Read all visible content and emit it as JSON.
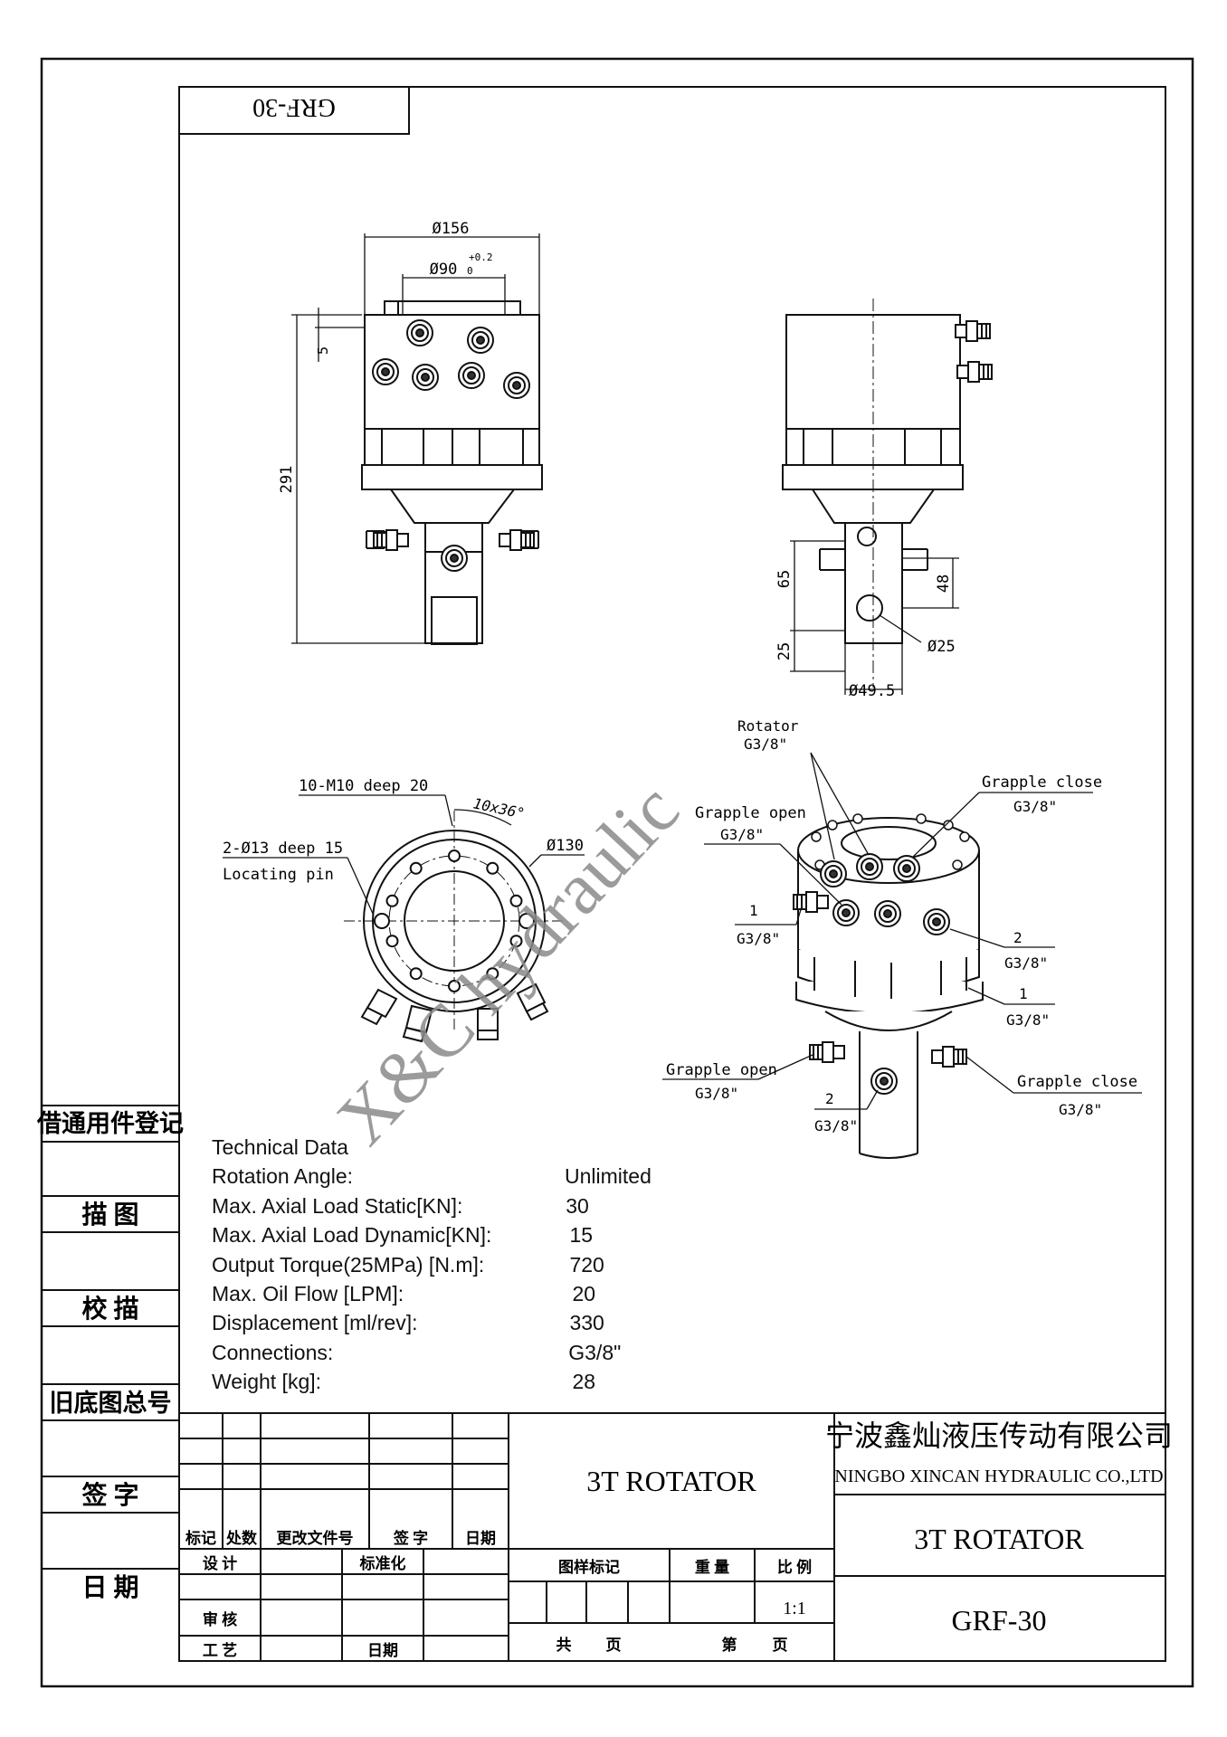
{
  "drawing_number": "GRF-30",
  "product_title": "3T ROTATOR",
  "company": {
    "name_cn": "宁波鑫灿液压传动有限公司",
    "name_en": "NINGBO XINCAN HYDRAULIC CO.,LTD"
  },
  "watermark": "X&C hydraulic",
  "dimensions": {
    "d156": "Ø156",
    "d90": "Ø90",
    "d90_tol_upper": "+0.2",
    "d90_tol_lower": "0",
    "h5": "5",
    "h291": "291",
    "h65": "65",
    "h48": "48",
    "h25": "25",
    "d25": "Ø25",
    "d49_5": "Ø49.5",
    "bolt_holes": "10-M10 deep 20",
    "angle": "10x36°",
    "pcd": "Ø130",
    "pin_holes": "2-Ø13 deep 15",
    "pin_label": "Locating pin"
  },
  "ports": {
    "rotator": "Rotator",
    "thread": "G3/8\"",
    "grapple_open": "Grapple open",
    "grapple_close": "Grapple close",
    "p1": "1",
    "p2": "2"
  },
  "tech_data": {
    "title": "Technical Data",
    "rows": [
      {
        "label": "Rotation Angle:",
        "value": "Unlimited"
      },
      {
        "label": "Max. Axial Load Static[KN]:",
        "value": "30"
      },
      {
        "label": "Max. Axial Load Dynamic[KN]:",
        "value": "15"
      },
      {
        "label": "Output Torque(25MPa) [N.m]:",
        "value": "720"
      },
      {
        "label": "Max. Oil Flow [LPM]:",
        "value": "20"
      },
      {
        "label": "Displacement [ml/rev]:",
        "value": "330"
      },
      {
        "label": "Connections:",
        "value": "G3/8\""
      },
      {
        "label": "Weight [kg]:",
        "value": "28"
      }
    ]
  },
  "side_panel": {
    "register": "借通用件登记",
    "trace": "描 图",
    "check": "校 描",
    "old_no": "旧底图总号",
    "sign": "签 字",
    "date": "日 期"
  },
  "title_block": {
    "mark": "标记",
    "count": "处数",
    "doc_no": "更改文件号",
    "signature": "签 字",
    "date": "日期",
    "design": "设 计",
    "standard": "标准化",
    "review": "审 核",
    "process": "工 艺",
    "date2": "日期",
    "sample_mark": "图样标记",
    "weight": "重 量",
    "scale": "比 例",
    "scale_value": "1:1",
    "total": "共",
    "page": "页",
    "sheet_no": "第",
    "page2": "页"
  }
}
